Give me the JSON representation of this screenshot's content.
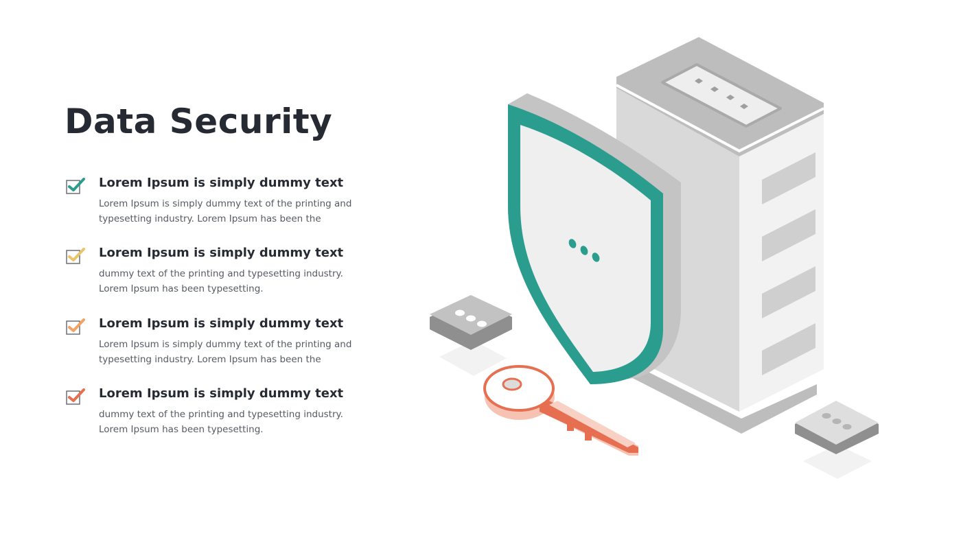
{
  "title": "Data Security",
  "items": [
    {
      "heading": "Lorem Ipsum is simply dummy text",
      "body": "Lorem Ipsum is simply dummy text of the printing and typesetting industry. Lorem Ipsum has been the",
      "check_color": "#2a9d8f"
    },
    {
      "heading": "Lorem Ipsum is simply dummy text",
      "body": "dummy text of the printing and typesetting industry. Lorem Ipsum has been typesetting.",
      "check_color": "#e9c46a"
    },
    {
      "heading": "Lorem Ipsum is simply dummy text",
      "body": "Lorem Ipsum is simply dummy text of the printing and typesetting industry. Lorem Ipsum has been the",
      "check_color": "#f4a261"
    },
    {
      "heading": "Lorem Ipsum is simply dummy text",
      "body": "dummy text of the printing and typesetting industry. Lorem Ipsum has been typesetting.",
      "check_color": "#e76f51"
    }
  ],
  "colors": {
    "title": "#262a33",
    "shield": "#2a9d8f",
    "key": "#e76f51",
    "server_light": "#f2f2f2",
    "server_mid": "#d9d9d9",
    "server_dark": "#bdbdbd"
  },
  "illustration": {
    "icons": [
      "server-icon",
      "shield-icon",
      "key-icon",
      "chat-bubble-icon"
    ]
  }
}
